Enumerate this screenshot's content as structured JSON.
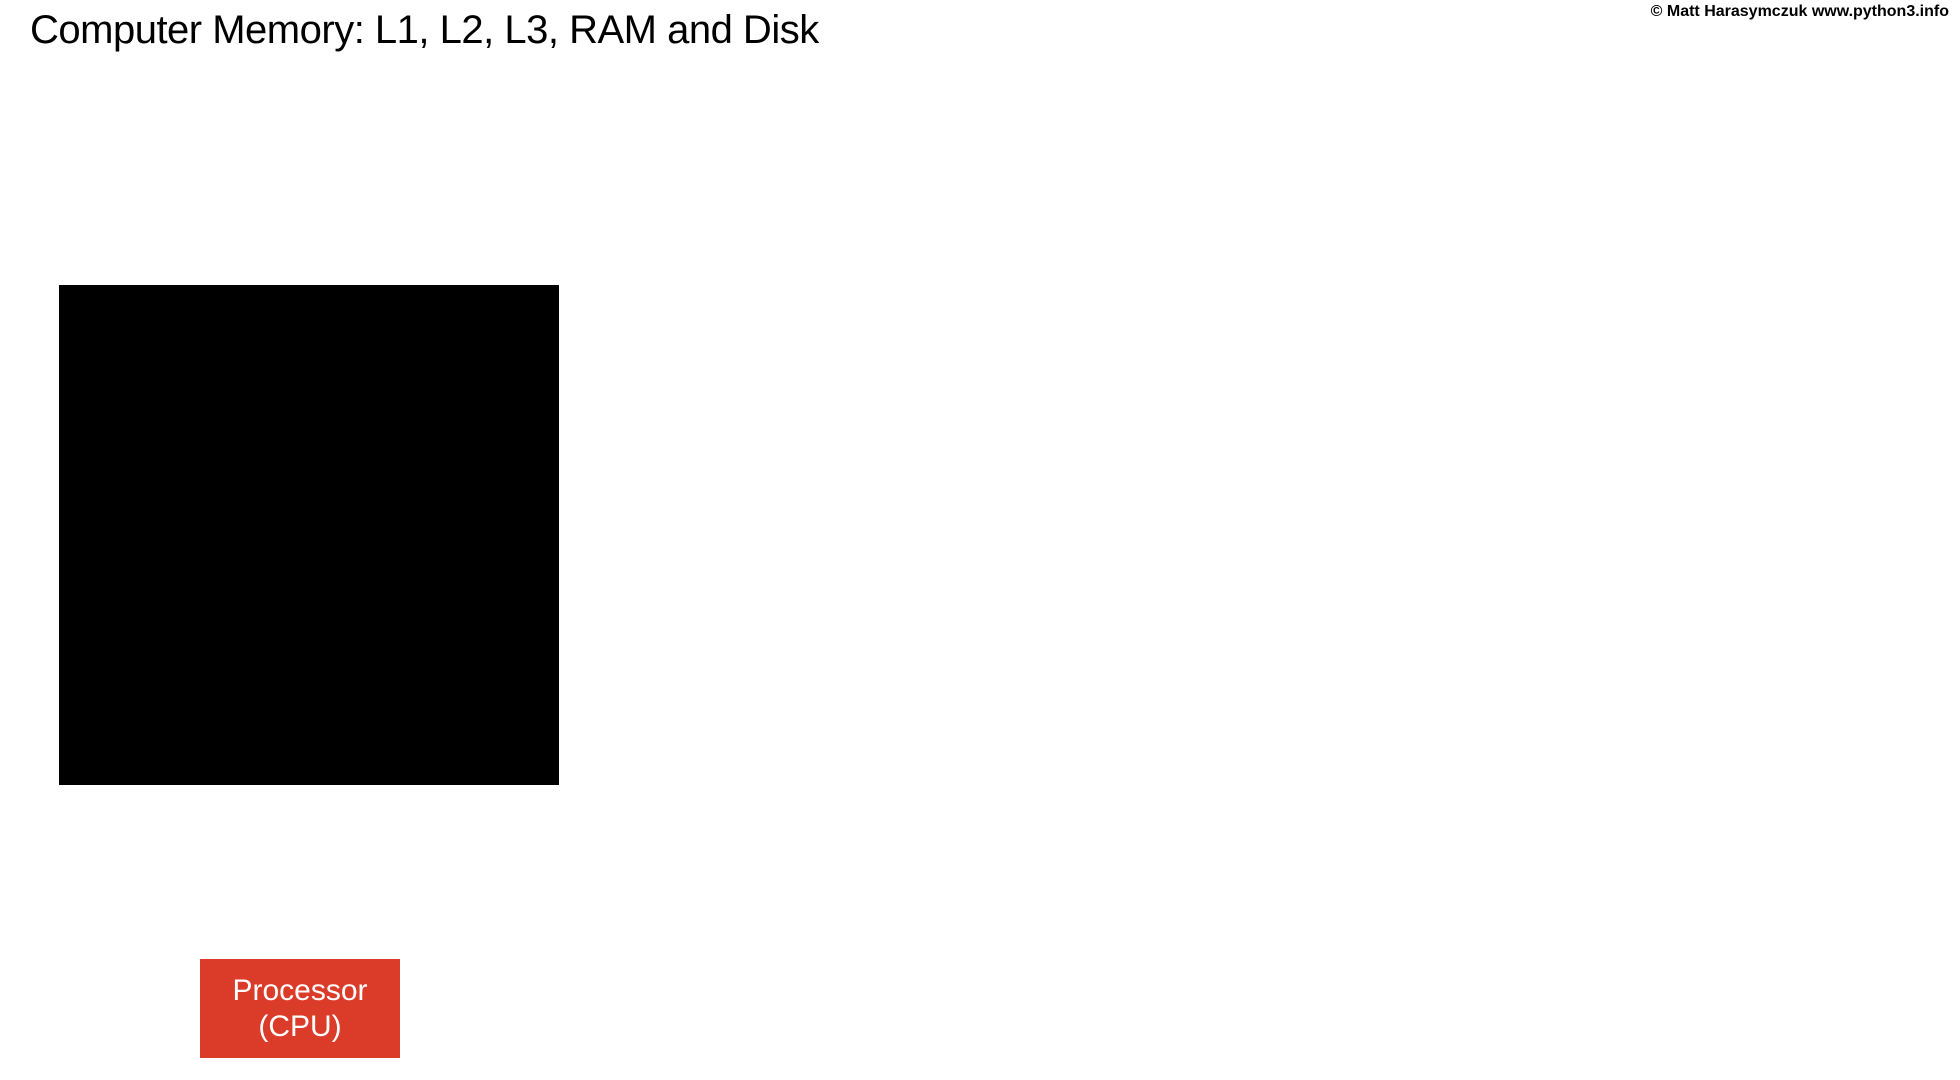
{
  "header": {
    "title": "Computer Memory: L1, L2, L3, RAM and Disk",
    "credit": "© Matt Harasymczuk www.python3.info"
  },
  "diagram": {
    "memory_block": {
      "color": "#000000"
    },
    "cpu": {
      "line1": "Processor",
      "line2": "(CPU)",
      "color": "#db3c29"
    }
  }
}
